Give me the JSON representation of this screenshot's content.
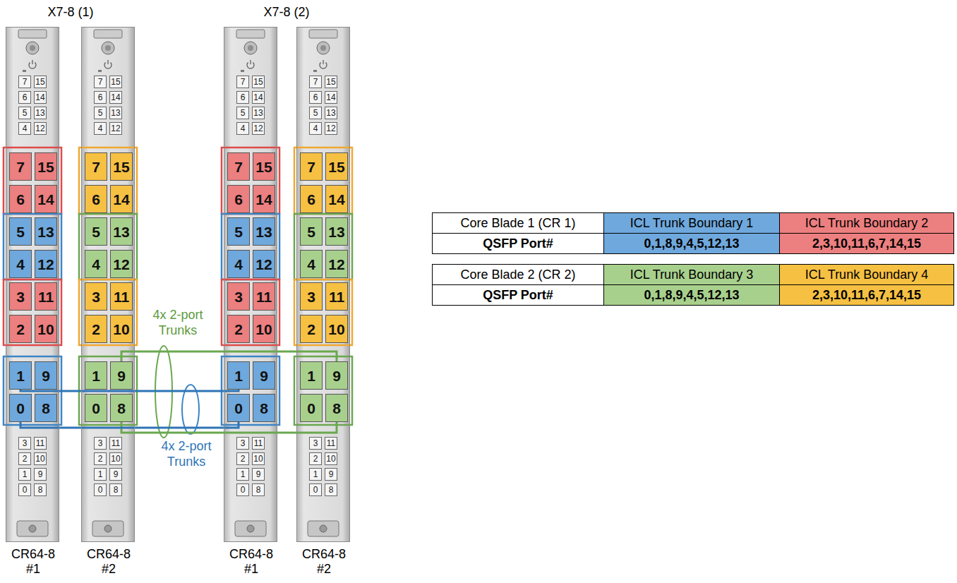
{
  "diagram": {
    "nodes": [
      {
        "text": [
          "CR64-8 #1"
        ]
      },
      {
        "text": [
          "7"
        ],
        "in": 0
      },
      {
        "text": [
          "15"
        ],
        "in": 0
      },
      {
        "text": [
          "6"
        ],
        "in": 0
      },
      {
        "text": [
          "14"
        ],
        "in": 0
      },
      {
        "text": [
          "5"
        ],
        "in": 0
      },
      {
        "text": [
          "13"
        ],
        "in": 0
      },
      {
        "text": [
          "4"
        ],
        "in": 0
      },
      {
        "text": [
          "12"
        ],
        "in": 0
      },
      {
        "text": [
          "3"
        ],
        "in": 0
      },
      {
        "text": [
          "11"
        ],
        "in": 0
      },
      {
        "text": [
          "2"
        ],
        "in": 0
      },
      {
        "text": [
          "10"
        ],
        "in": 0
      },
      {
        "text": [
          "1"
        ],
        "in": 0
      },
      {
        "text": [
          "9"
        ],
        "in": 0
      },
      {
        "text": [
          "0"
        ],
        "in": 0
      },
      {
        "text": [
          "8"
        ],
        "in": 0
      },
      {
        "text": [
          "CR64-8 #2"
        ]
      },
      {
        "text": [
          "7"
        ],
        "in": 17
      },
      {
        "text": [
          "15"
        ],
        "in": 17
      },
      {
        "text": [
          "6"
        ],
        "in": 17
      },
      {
        "text": [
          "14"
        ],
        "in": 17
      },
      {
        "text": [
          "5"
        ],
        "in": 17
      },
      {
        "text": [
          "13"
        ],
        "in": 17
      },
      {
        "text": [
          "4"
        ],
        "in": 17
      },
      {
        "text": [
          "12"
        ],
        "in": 17
      },
      {
        "text": [
          "3"
        ],
        "in": 17
      },
      {
        "text": [
          "11"
        ],
        "in": 17
      },
      {
        "text": [
          "2"
        ],
        "in": 17
      },
      {
        "text": [
          "10"
        ],
        "in": 17
      },
      {
        "text": [
          "1"
        ],
        "in": 17
      },
      {
        "text": [
          "9"
        ],
        "in": 17
      },
      {
        "text": [
          "0"
        ],
        "in": 17
      },
      {
        "text": [
          "8"
        ],
        "in": 17
      },
      {
        "text": [
          "CR64-8 #1"
        ]
      },
      {
        "text": [
          "7"
        ],
        "in": 34
      },
      {
        "text": [
          "15"
        ],
        "in": 34
      },
      {
        "text": [
          "6"
        ],
        "in": 34
      },
      {
        "text": [
          "14"
        ],
        "in": 34
      },
      {
        "text": [
          "5"
        ],
        "in": 34
      },
      {
        "text": [
          "13"
        ],
        "in": 34
      },
      {
        "text": [
          "4"
        ],
        "in": 34
      },
      {
        "text": [
          "12"
        ],
        "in": 34
      },
      {
        "text": [
          "3"
        ],
        "in": 34
      },
      {
        "text": [
          "11"
        ],
        "in": 34
      },
      {
        "text": [
          "2"
        ],
        "in": 34
      },
      {
        "text": [
          "10"
        ],
        "in": 34
      },
      {
        "text": [
          "1"
        ],
        "in": 34
      },
      {
        "text": [
          "9"
        ],
        "in": 34
      },
      {
        "text": [
          "0"
        ],
        "in": 34
      },
      {
        "text": [
          "8"
        ],
        "in": 34
      },
      {
        "text": [
          "CR64-8 #2"
        ]
      },
      {
        "text": [
          "7"
        ],
        "in": 51
      },
      {
        "text": [
          "15"
        ],
        "in": 51
      },
      {
        "text": [
          "6"
        ],
        "in": 51
      },
      {
        "text": [
          "14"
        ],
        "in": 51
      },
      {
        "text": [
          "5"
        ],
        "in": 51
      },
      {
        "text": [
          "13"
        ],
        "in": 51
      },
      {
        "text": [
          "4"
        ],
        "in": 51
      },
      {
        "text": [
          "12"
        ],
        "in": 51
      },
      {
        "text": [
          "3"
        ],
        "in": 51
      },
      {
        "text": [
          "11"
        ],
        "in": 51
      },
      {
        "text": [
          "2"
        ],
        "in": 51
      },
      {
        "text": [
          "10"
        ],
        "in": 51
      },
      {
        "text": [
          "1"
        ],
        "in": 51
      },
      {
        "text": [
          "9"
        ],
        "in": 51
      },
      {
        "text": [
          "0"
        ],
        "in": 51
      },
      {
        "text": [
          "8"
        ],
        "in": 51
      }
    ],
    "edges": [
      {
        "from": 31,
        "to": 65,
        "arrow": "none"
      },
      {
        "from": 13,
        "to": 47,
        "arrow": "none"
      },
      {
        "from": 33,
        "to": 67,
        "arrow": "none"
      },
      {
        "from": 15,
        "to": 49,
        "arrow": "none"
      }
    ],
    "labels": [
      "X7-8 (1)",
      "X7-8 (2)",
      "7",
      "15",
      "6",
      "14",
      "5",
      "13",
      "4",
      "12",
      "3",
      "11",
      "2",
      "10",
      "1",
      "9",
      "0",
      "8",
      "7",
      "15",
      "6",
      "14",
      "5",
      "13",
      "4",
      "12",
      "3",
      "11",
      "2",
      "10",
      "1",
      "9",
      "0",
      "8",
      "7",
      "15",
      "6",
      "14",
      "5",
      "13",
      "4",
      "12",
      "3",
      "11",
      "2",
      "10",
      "1",
      "9",
      "0",
      "8",
      "7",
      "15",
      "6",
      "14",
      "5",
      "13",
      "4",
      "12",
      "3",
      "11",
      "2",
      "10",
      "1",
      "9",
      "0",
      "8",
      "4x 2-port Trunks",
      "4x 2-port Trunks",
      "Core Blade 1 (CR 1)",
      "ICL Trunk Boundary 1",
      "ICL Trunk Boundary 2",
      "QSFP Port#",
      "0,1,8,9,4,5,12,13",
      "2,3,10,11,6,7,14,15",
      "Core Blade 2 (CR 2)",
      "ICL Trunk Boundary 3",
      "ICL Trunk Boundary 4",
      "QSFP Port#",
      "0,1,8,9,4,5,12,13",
      "2,3,10,11,6,7,14,15"
    ]
  }
}
